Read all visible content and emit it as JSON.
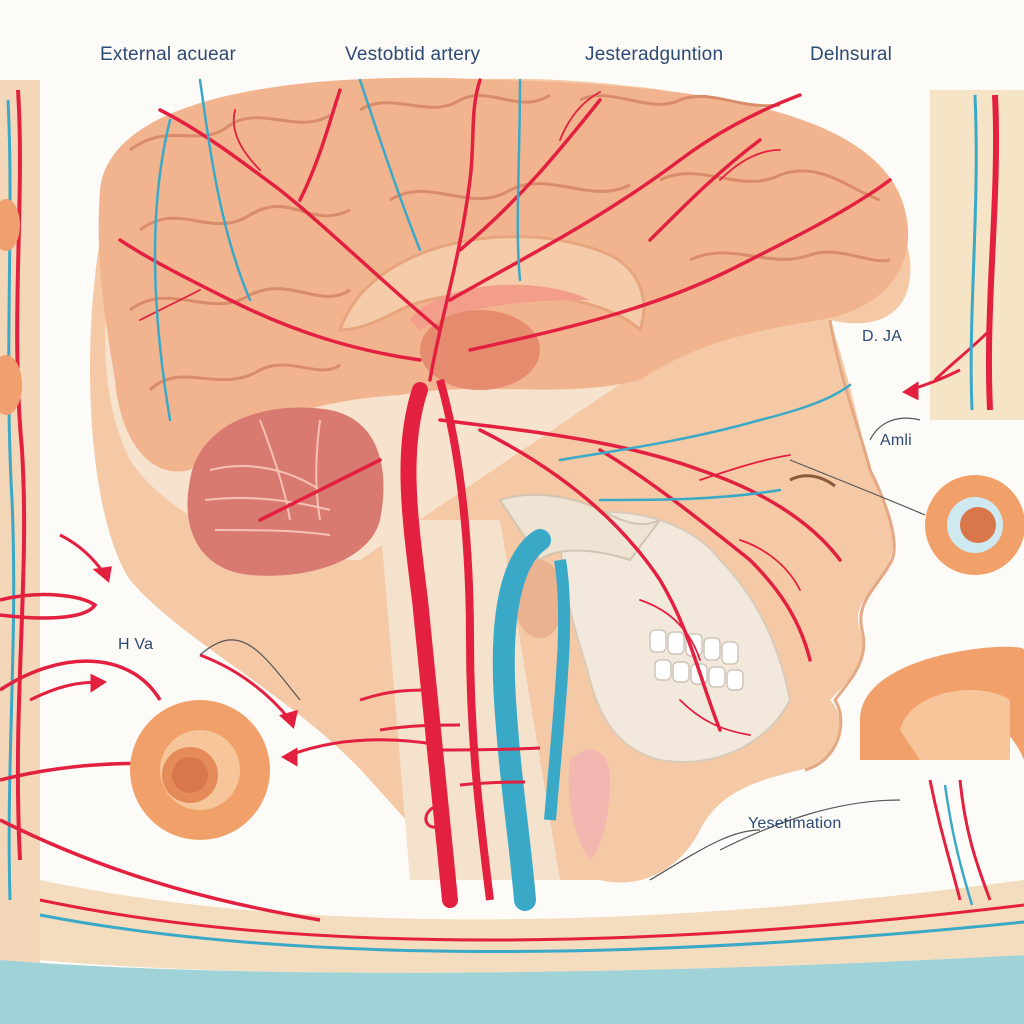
{
  "labels": {
    "top_1": "External acuear",
    "top_2": "Vestobtid artery",
    "top_3": "Jesteradguntion",
    "top_4": "Delnsural",
    "right_1": "D. JA",
    "right_2": "Amli",
    "left_1": "H  Va",
    "bottom_right": "Yesetimation"
  },
  "colors": {
    "artery": "#e3203f",
    "vein": "#3aa9c7",
    "brain": "#f2b48f",
    "brain_fold": "#d98c6a",
    "cerebellum": "#d97a70",
    "skin": "#f5c9a5",
    "bone": "#f2e9dc",
    "background": "#fdfbf7"
  }
}
